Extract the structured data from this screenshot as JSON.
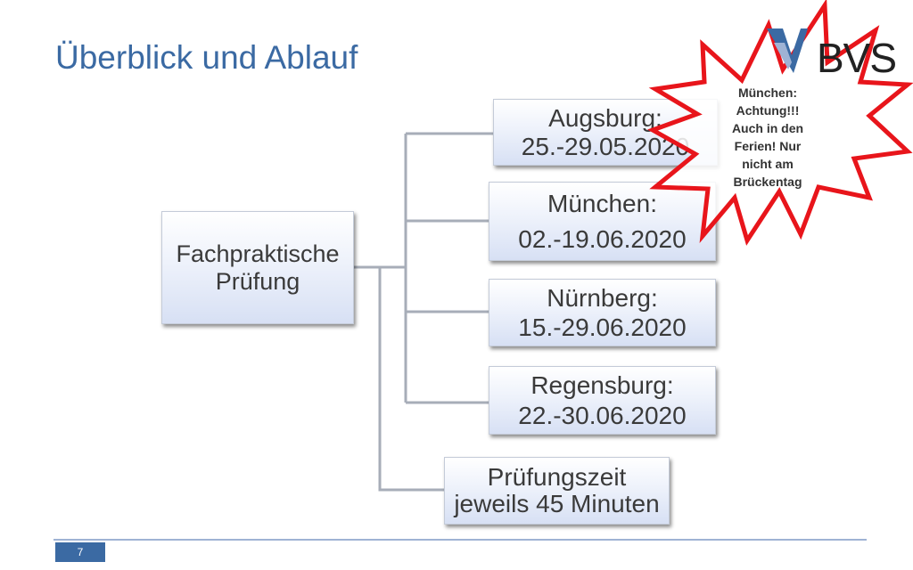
{
  "slide": {
    "title": "Überblick und Ablauf",
    "page_number": "7"
  },
  "diagram": {
    "root": {
      "line1": "Fachpraktische",
      "line2": "Prüfung"
    },
    "locations": [
      {
        "city": "Augsburg:",
        "dates": "25.-29.05.2020"
      },
      {
        "city": "München:",
        "dates": "02.-19.06.2020"
      },
      {
        "city": "Nürnberg:",
        "dates": "15.-29.06.2020"
      },
      {
        "city": "Regensburg:",
        "dates": "22.-30.06.2020"
      }
    ],
    "duration": {
      "line1": "Prüfungszeit",
      "line2": "jeweils 45 Minuten"
    }
  },
  "callout": {
    "lines": [
      "München:",
      "Achtung!!!",
      "Auch in den",
      "Ferien! Nur",
      "nicht am",
      "Brückentag"
    ],
    "border_color": "#e8151b"
  },
  "logo": {
    "text": "BVS",
    "mark_color": "#3b6aa3"
  }
}
